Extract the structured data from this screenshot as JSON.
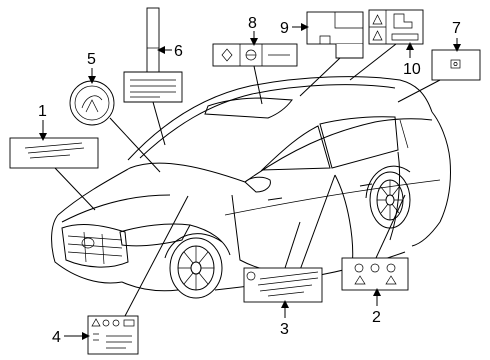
{
  "callouts": [
    {
      "id": "1",
      "text": "1"
    },
    {
      "id": "2",
      "text": "2"
    },
    {
      "id": "3",
      "text": "3"
    },
    {
      "id": "4",
      "text": "4"
    },
    {
      "id": "5",
      "text": "5"
    },
    {
      "id": "6",
      "text": "6"
    },
    {
      "id": "7",
      "text": "7"
    },
    {
      "id": "8",
      "text": "8"
    },
    {
      "id": "9",
      "text": "9"
    },
    {
      "id": "10",
      "text": "10"
    }
  ],
  "icons": [
    "warning-triangle-icon",
    "steering-wheel-icon"
  ]
}
